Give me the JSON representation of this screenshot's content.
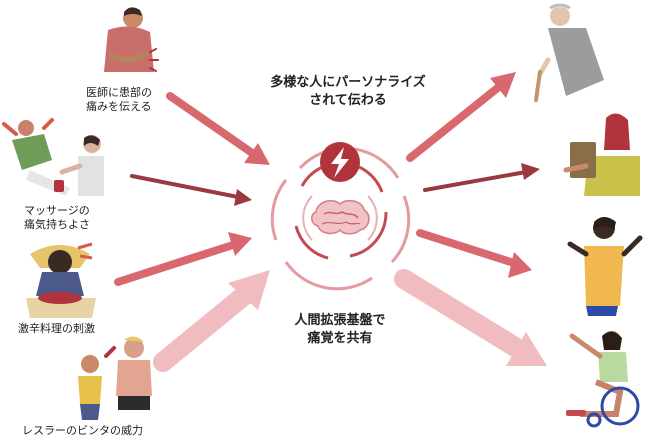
{
  "inputs": [
    {
      "line1": "医師に患部の",
      "line2": "痛みを伝える"
    },
    {
      "line1": "マッサージの",
      "line2": "痛気持ちよさ"
    },
    {
      "line1": "激辛料理の刺激",
      "line2": ""
    },
    {
      "line1": "レスラーのビンタの威力",
      "line2": ""
    }
  ],
  "output_caption": {
    "line1": "多様な人にパーソナライズ",
    "line2": "されて伝わる"
  },
  "center_caption": {
    "line1": "人間拡張基盤で",
    "line2": "痛覚を共有"
  },
  "icons": {
    "center": "lightning-badge-icon"
  },
  "colors": {
    "accent_dark": "#b1333b",
    "arrow_strong": "#d8686e",
    "arrow_mid": "#9a3a40",
    "arrow_light": "#f1bcc0"
  }
}
